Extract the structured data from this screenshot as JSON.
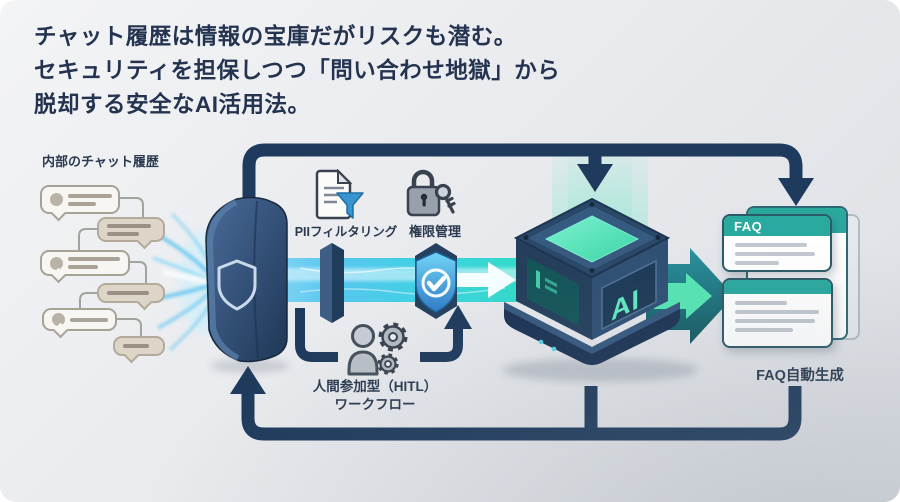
{
  "title": {
    "line1": "チャット履歴は情報の宝庫だがリスクも潜む。",
    "line2": "セキュリティを担保しつつ「問い合わせ地獄」から",
    "line3": "脱却する安全なAI活用法。"
  },
  "source": {
    "label": "内部のチャット履歴"
  },
  "filters": {
    "pii_label": "PIIフィルタリング",
    "permission_label": "権限管理"
  },
  "hitl": {
    "line1": "人間参加型（HITL）",
    "line2": "ワークフロー"
  },
  "ai": {
    "cube_label": "AI"
  },
  "faq": {
    "card_header": "FAQ",
    "caption": "FAQ自動生成"
  },
  "icons": {
    "gate_emblem": "shield-outline-icon",
    "pii": "document-funnel-icon",
    "permission": "lock-and-key-icon",
    "pipe_badge": "shield-check-icon",
    "hitl": "person-with-gears-icon",
    "source": "chat-bubbles-icon"
  },
  "colors": {
    "flow_arrow": "#1e3a5c",
    "pipe_start": "#8fd8f4",
    "pipe_end": "#31dcc6",
    "teal_header": "#2aa99e",
    "mint_glow": "#5ce8c0",
    "navy_cube": "#2a4868",
    "title_text": "#243450",
    "background": "#e9ebee"
  }
}
